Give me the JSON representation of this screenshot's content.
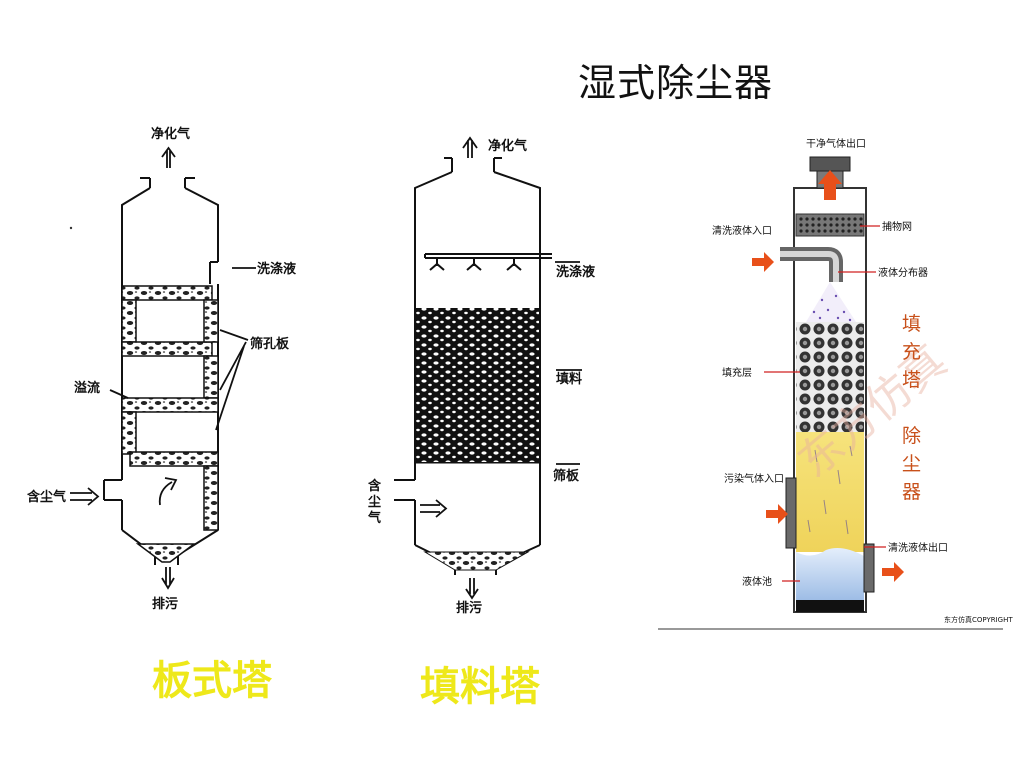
{
  "slide": {
    "title": "湿式除尘器",
    "captions": {
      "plate_tower": "板式塔",
      "packed_tower": "填料塔"
    }
  },
  "left_diagram": {
    "labels": {
      "clean_gas": "净化气",
      "wash_liquid": "洗涤液",
      "sieve_plate": "筛孔板",
      "overflow": "溢流",
      "dust_gas": "含尘气",
      "discharge": "排污"
    }
  },
  "middle_diagram": {
    "labels": {
      "clean_gas": "净化气",
      "wash_liquid": "洗涤液",
      "packing": "填料",
      "sieve_plate": "筛板",
      "dust_gas_1": "含",
      "dust_gas_2": "尘",
      "dust_gas_3": "气",
      "discharge": "排污"
    }
  },
  "right_diagram": {
    "labels": {
      "dry_gas_outlet": "干净气体出口",
      "wash_inlet": "清洗液体入口",
      "mist_catcher": "捕物网",
      "distributor": "液体分布器",
      "packing_layer": "填充层",
      "dirty_gas_inlet": "污染气体入口",
      "wash_outlet": "清洗液体出口",
      "pool": "液体池",
      "vertical_1": "填",
      "vertical_2": "充",
      "vertical_3": "塔",
      "vertical_4": "除",
      "vertical_5": "尘",
      "vertical_6": "器",
      "watermark": "东方仿真",
      "copyright": "东方仿真COPYRIGHT"
    },
    "colors": {
      "arrow": "#e8501a",
      "packing_yellow": "#f2dc6a",
      "pool_blue": "#bcd4f0",
      "label_line": "#d02020"
    }
  }
}
